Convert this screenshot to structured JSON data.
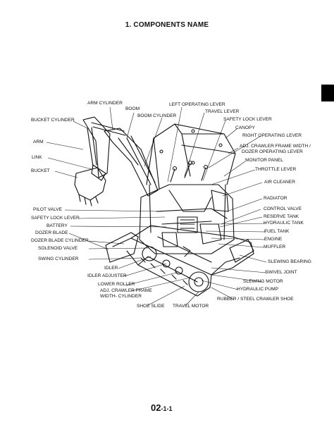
{
  "header": {
    "title": "1.  COMPONENTS NAME"
  },
  "labels": {
    "arm_cylinder": "ARM CYLINDER",
    "boom": "BOOM",
    "left_operating_lever": "LEFT OPERATING LEVER",
    "travel_lever": "TRAVEL LEVER",
    "boom_cylinder": "BOOM CYLINDER",
    "safety_lock_lever_top": "SAFETY LOCK LEVER",
    "bucket_cylinder": "BUCKET CYLINDER",
    "canopy": "CANOPY",
    "right_operating_lever": "RIGHT OPERATING LEVER",
    "arm": "ARM",
    "adj_crawler_frame_width_1": "ADJ. CRAWLER FRAME WIDTH /",
    "adj_crawler_frame_width_2": "DOZER OPERATING LEVER",
    "link": "LINK",
    "monitor_panel": "MONITOR PANEL",
    "bucket": "BUCKET",
    "throttle_lever": "THROTTLE LEVER",
    "air_cleaner": "AIR CLEANER",
    "radiator": "RADIATOR",
    "pilot_valve": "PILOT VALVE",
    "control_valve": "CONTROL VALVE",
    "safety_lock_lever_left": "SAFETY LOCK LEVER",
    "reserve_tank": "RESERVE TANK",
    "battery": "BATTERY",
    "hydraulic_tank": "HYDRAULIC TANK",
    "dozer_blade": "DOZER BLADE",
    "fuel_tank": "FUEL TANK",
    "dozer_blade_cylinder": "DOZER BLADE CYLINDER",
    "engine": "ENGINE",
    "solenoid_valve": "SOLENOID VALVE",
    "muffler": "MUFFLER",
    "swing_cylinder": "SWING CYLINDER",
    "slewing_bearing": "SLEWING BEARING",
    "idler": "IDLER",
    "swivel_joint": "SWIVEL JOINT",
    "idler_adjuster": "IDLER ADJUSTER",
    "slewing_motor": "SLEWING MOTOR",
    "lower_roller": "LOWER ROLLER",
    "hydraulic_pump": "HYDRAULIC PUMP",
    "adj_crawler_frame_1": "ADJ. CRAWLER FRAME",
    "adj_crawler_frame_2": "WIDTH- CYLINDER",
    "rubber_crawler_shoe": "RUBBER / STEEL CRAWLER SHOE",
    "shoe_slide": "SHOE SLIDE",
    "travel_motor": "TRAVEL MOTOR"
  },
  "footer": {
    "page_main": "02",
    "page_sub": "-1-1"
  }
}
